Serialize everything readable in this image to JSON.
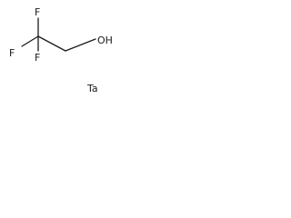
{
  "molecule": {
    "atoms": {
      "f_top": "F",
      "f_left": "F",
      "f_bottom": "F",
      "hydroxyl": "OH"
    },
    "counter_atom": "Ta"
  }
}
